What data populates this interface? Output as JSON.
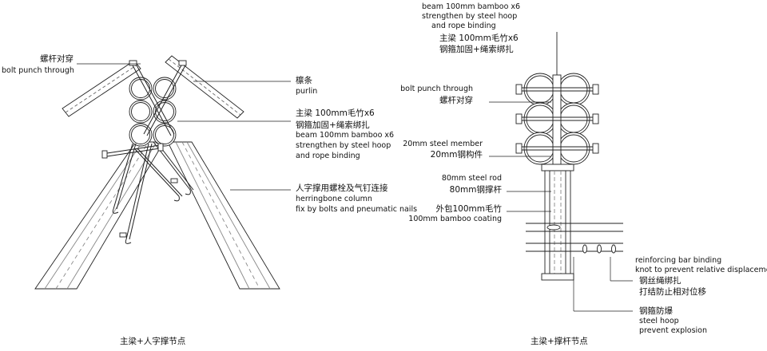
{
  "left_detail": {
    "caption": "主梁+人字撑节点",
    "bolt_cn": "螺杆对穿",
    "bolt_en": "bolt punch through",
    "purlin_cn": "檩条",
    "purlin_en": "purlin",
    "beam_cn_1": "主梁 100mm毛竹x6",
    "beam_cn_2": "钢箍加固+绳索绑扎",
    "beam_en_1": "beam 100mm bamboo x6",
    "beam_en_2": "strengthen by steel hoop",
    "beam_en_3": "and rope binding",
    "column_cn": "人字撑用螺栓及气钉连接",
    "column_en_1": "herringbone column",
    "column_en_2": "fix by bolts and pneumatic nails"
  },
  "right_detail": {
    "caption": "主梁+撑杆节点",
    "beam_en_1": "beam 100mm bamboo x6",
    "beam_en_2": "strengthen by steel hoop",
    "beam_en_3": "and rope binding",
    "beam_cn_1": "主梁 100mm毛竹x6",
    "beam_cn_2": "钢箍加固+绳索绑扎",
    "bolt_en": "bolt punch through",
    "bolt_cn": "螺杆对穿",
    "member_en": "20mm steel member",
    "member_cn": "20mm钢构件",
    "rod_en": "80mm steel rod",
    "rod_cn": "80mm钢撑杆",
    "coating_cn": "外包100mm毛竹",
    "coating_en": "100mm bamboo coating",
    "rebar_en_1": "reinforcing bar binding",
    "rebar_en_2": "knot to prevent relative displacement",
    "rebar_cn_1": "钢丝绳绑扎",
    "rebar_cn_2": "打结防止相对位移",
    "hoop_cn": "钢箍防爆",
    "hoop_en_1": "steel hoop",
    "hoop_en_2": "prevent explosion"
  }
}
